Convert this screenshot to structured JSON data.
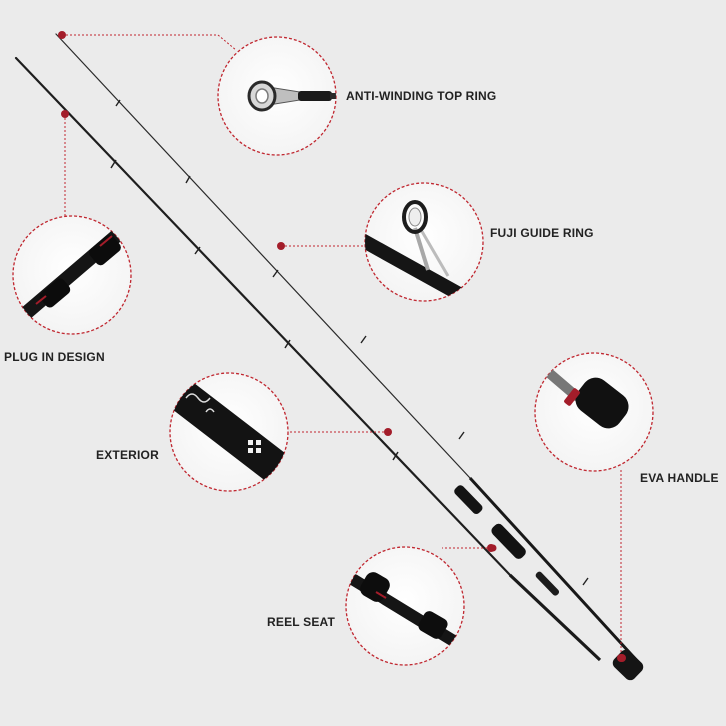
{
  "labels": {
    "top_ring": "ANTI-WINDING TOP RING",
    "guide_ring": "FUJI GUIDE RING",
    "plug_in": "PLUG IN DESIGN",
    "exterior": "EXTERIOR",
    "eva_handle": "EVA HANDLE",
    "reel_seat": "REEL SEAT"
  },
  "colors": {
    "background": "#ebebeb",
    "accent": "#a31d2a",
    "rod": "#1a1a1a",
    "circle_border": "#c0262f"
  }
}
